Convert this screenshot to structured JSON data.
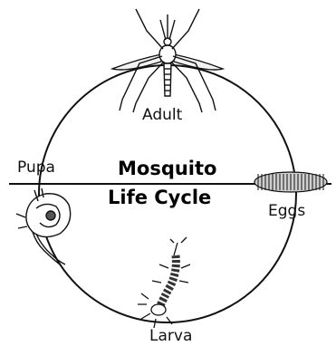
{
  "title": {
    "line1": "Mosquito",
    "line2": "Life Cycle"
  },
  "stages": {
    "adult": "Adult",
    "eggs": "Eggs",
    "larva": "Larva",
    "pupa": "Pupa"
  },
  "colors": {
    "ink": "#111111",
    "background": "#ffffff",
    "egg_fill": "#cfcfcf"
  }
}
